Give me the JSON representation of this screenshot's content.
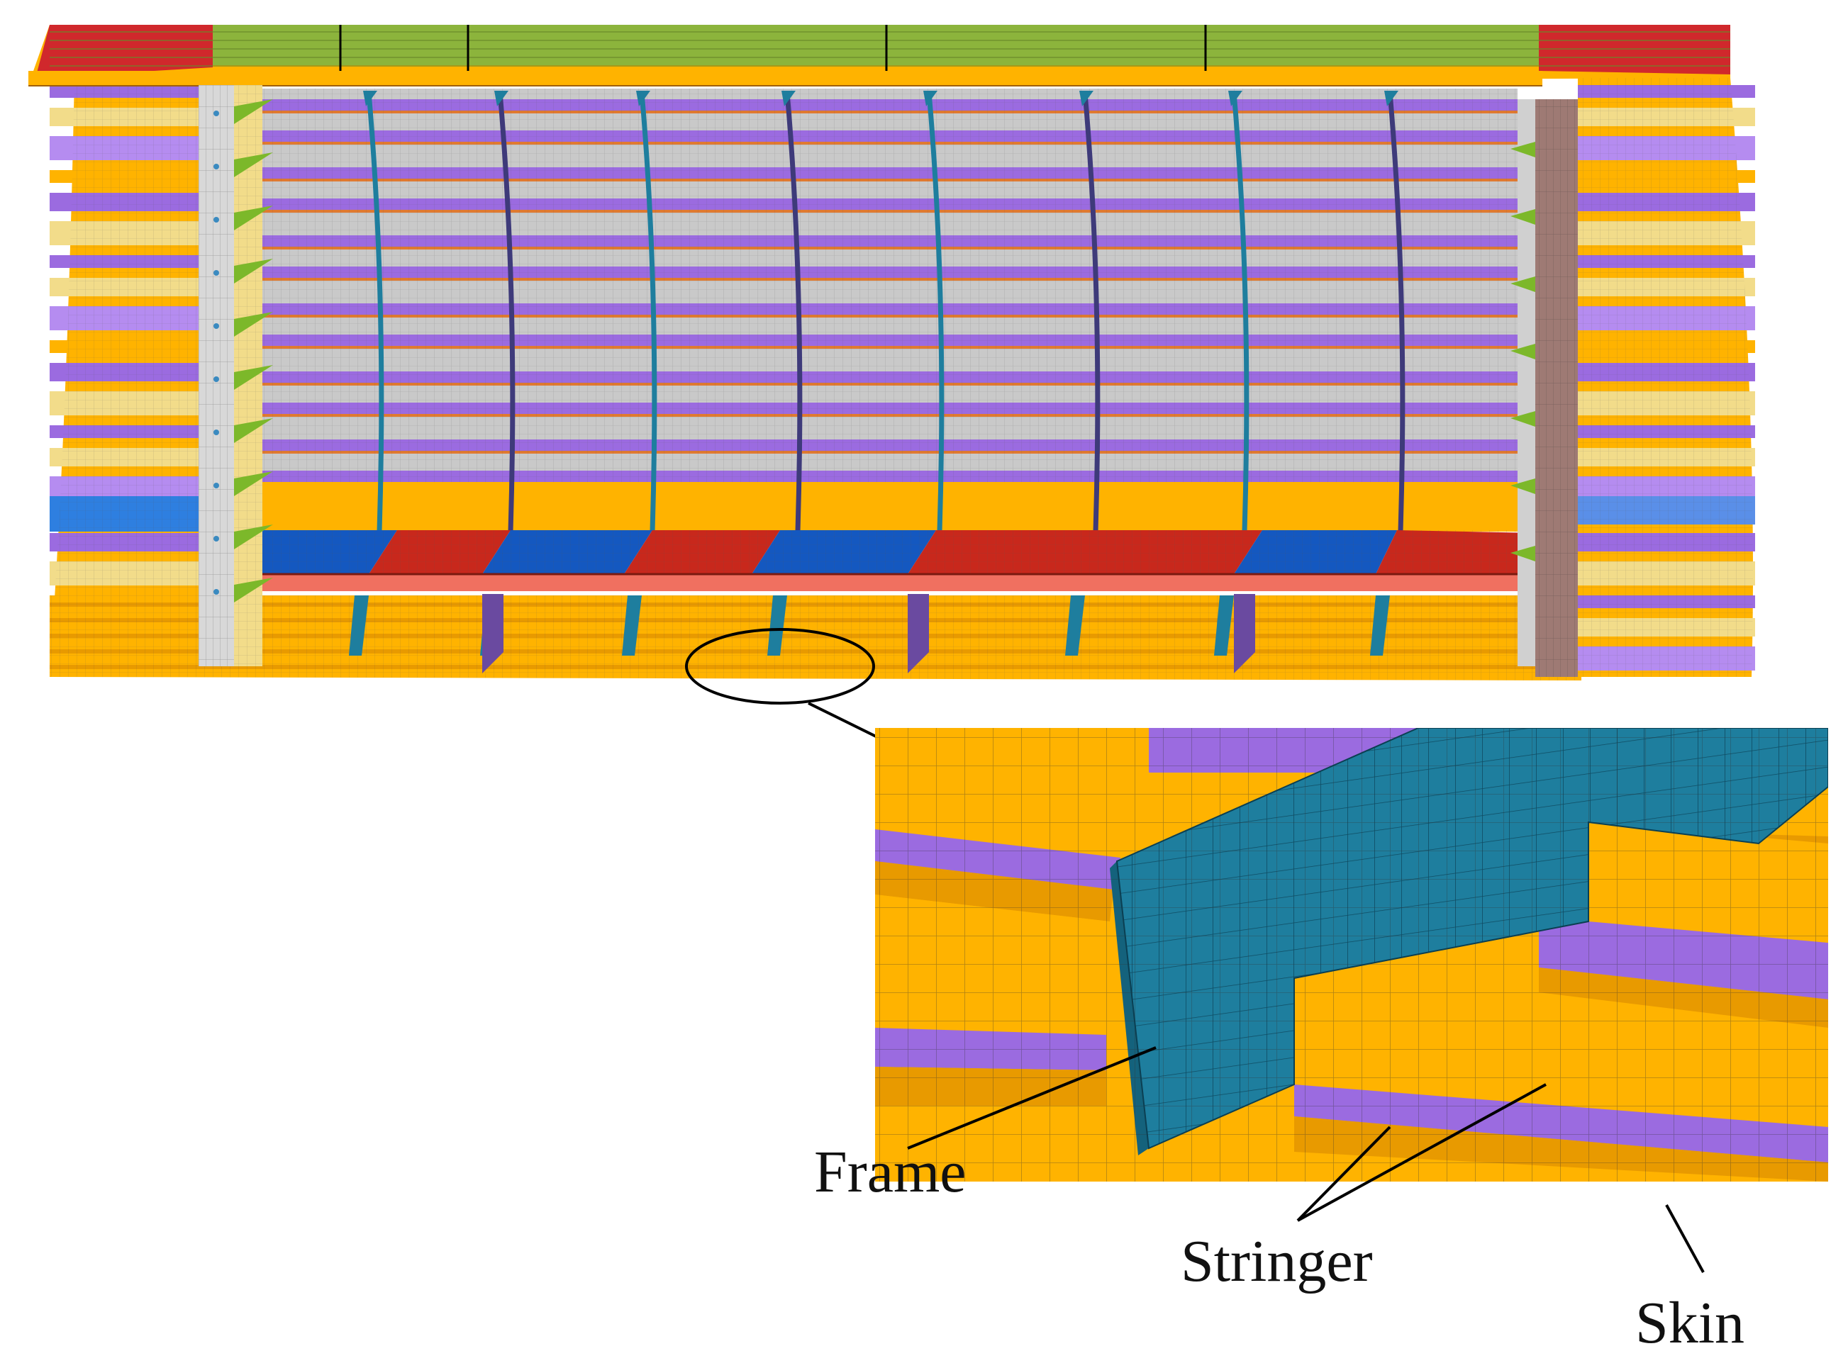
{
  "labels": {
    "frame": "Frame",
    "stringer": "Stringer",
    "skin": "Skin"
  },
  "palette": {
    "skin": "#FFB300",
    "skin_dark": "#E89A00",
    "stringer": "#9B6BE0",
    "stringer_light": "#B58CF0",
    "frame": "#1E7E9E",
    "frame_dark": "#14627C",
    "inner_panel": "#C9C9C9",
    "floor_red": "#C8281C",
    "floor_blue": "#1458C0",
    "floor_salmon": "#F07060",
    "bulkhead": "#9E7A74",
    "end_frame": "#F2DC8A",
    "top_red": "#D0282C",
    "top_green": "#8CB43C",
    "clip_green": "#7CB82A",
    "outline": "#000000"
  }
}
